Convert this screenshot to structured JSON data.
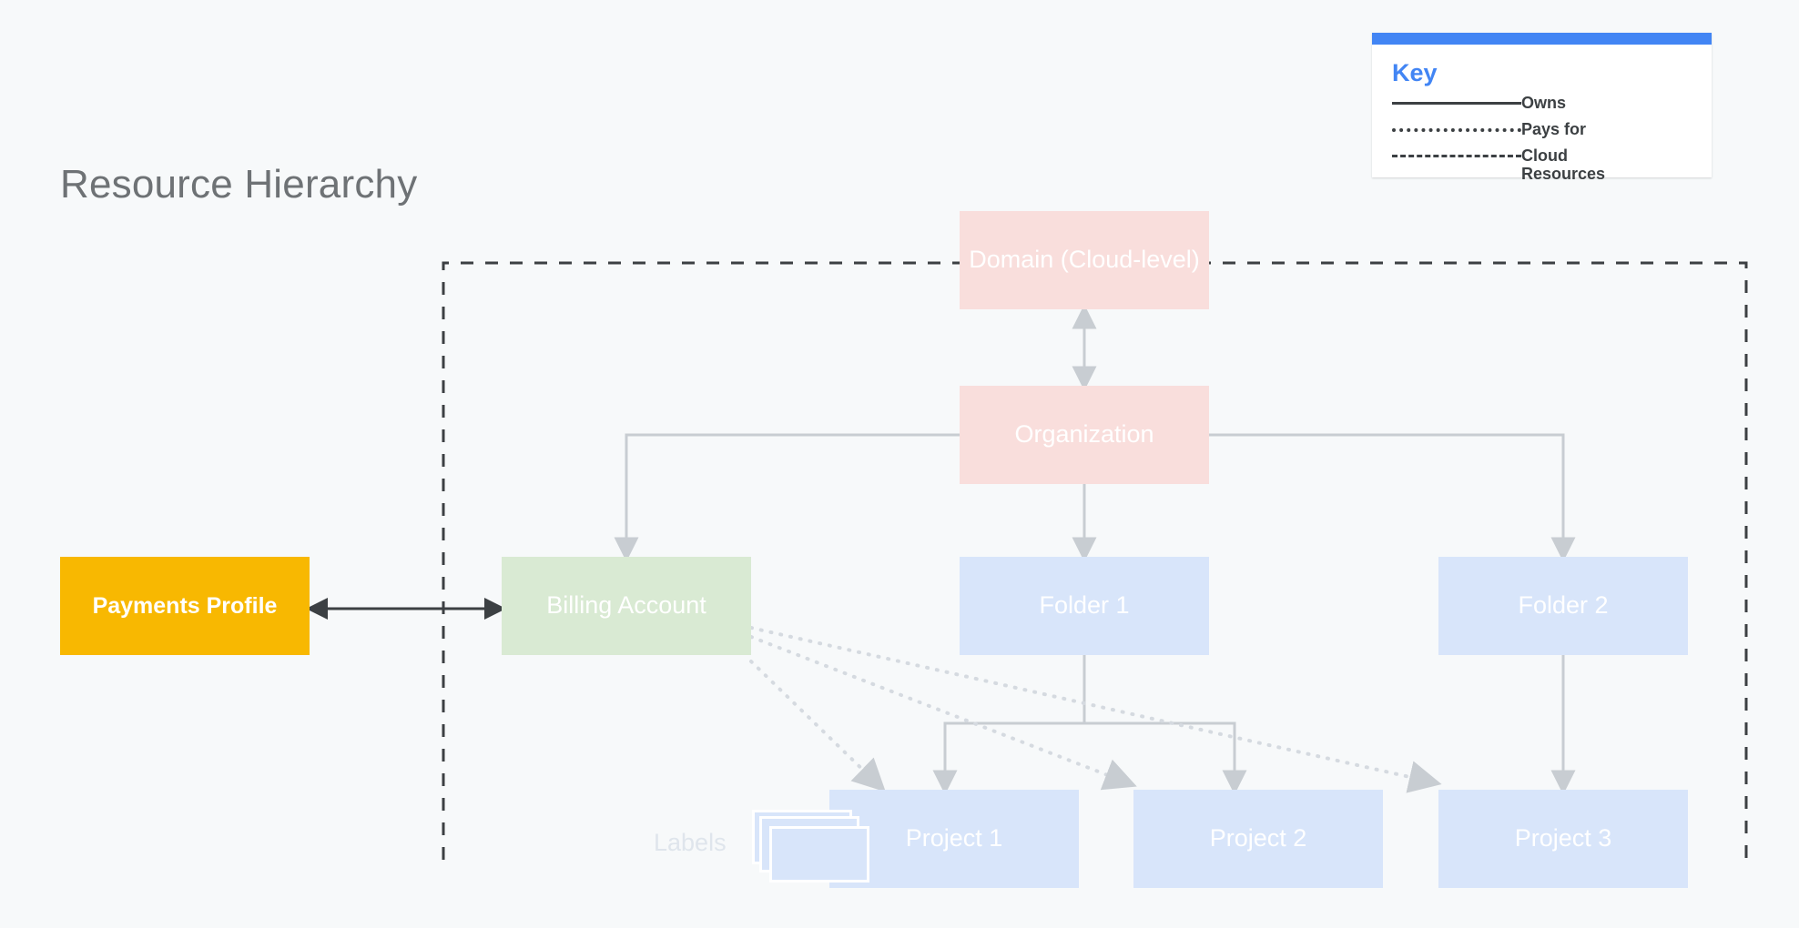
{
  "page": {
    "title": "Resource Hierarchy",
    "background_color": "#f7f9fa"
  },
  "key": {
    "heading": "Key",
    "accent_color": "#4285f4",
    "entries": [
      {
        "style": "solid",
        "label": "Owns"
      },
      {
        "style": "dotted",
        "label": "Pays for"
      },
      {
        "style": "dashed",
        "label": "Cloud Resources"
      }
    ]
  },
  "nodes": {
    "domain": {
      "label": "Domain (Cloud-level)",
      "color": "#f9dedc"
    },
    "organization": {
      "label": "Organization",
      "color": "#f9dedc"
    },
    "billing": {
      "label": "Billing Account",
      "color": "#d9ead3"
    },
    "folder1": {
      "label": "Folder 1",
      "color": "#d8e5fa"
    },
    "folder2": {
      "label": "Folder 2",
      "color": "#d8e5fa"
    },
    "project1": {
      "label": "Project 1",
      "color": "#d8e5fa"
    },
    "project2": {
      "label": "Project 2",
      "color": "#d8e5fa"
    },
    "project3": {
      "label": "Project 3",
      "color": "#d8e5fa"
    },
    "payments": {
      "label": "Payments Profile",
      "color": "#f8b801"
    },
    "labels": {
      "label": "Labels",
      "color": "#d8e5fa"
    }
  },
  "boundary": {
    "name": "Cloud Resources",
    "style": "dashed",
    "color": "#3c4043"
  },
  "edges": [
    {
      "from": "domain",
      "to": "organization",
      "type": "owns",
      "arrows": "both"
    },
    {
      "from": "organization",
      "to": "billing",
      "type": "owns",
      "arrows": "end"
    },
    {
      "from": "organization",
      "to": "folder1",
      "type": "owns",
      "arrows": "end"
    },
    {
      "from": "organization",
      "to": "folder2",
      "type": "owns",
      "arrows": "end"
    },
    {
      "from": "folder1",
      "to": "project1",
      "type": "owns",
      "arrows": "end"
    },
    {
      "from": "folder1",
      "to": "project2",
      "type": "owns",
      "arrows": "end"
    },
    {
      "from": "folder2",
      "to": "project3",
      "type": "owns",
      "arrows": "end"
    },
    {
      "from": "billing",
      "to": "project1",
      "type": "pays-for",
      "arrows": "end"
    },
    {
      "from": "billing",
      "to": "project2",
      "type": "pays-for",
      "arrows": "end"
    },
    {
      "from": "billing",
      "to": "project3",
      "type": "pays-for",
      "arrows": "end"
    },
    {
      "from": "payments",
      "to": "billing",
      "type": "link",
      "arrows": "both"
    }
  ]
}
